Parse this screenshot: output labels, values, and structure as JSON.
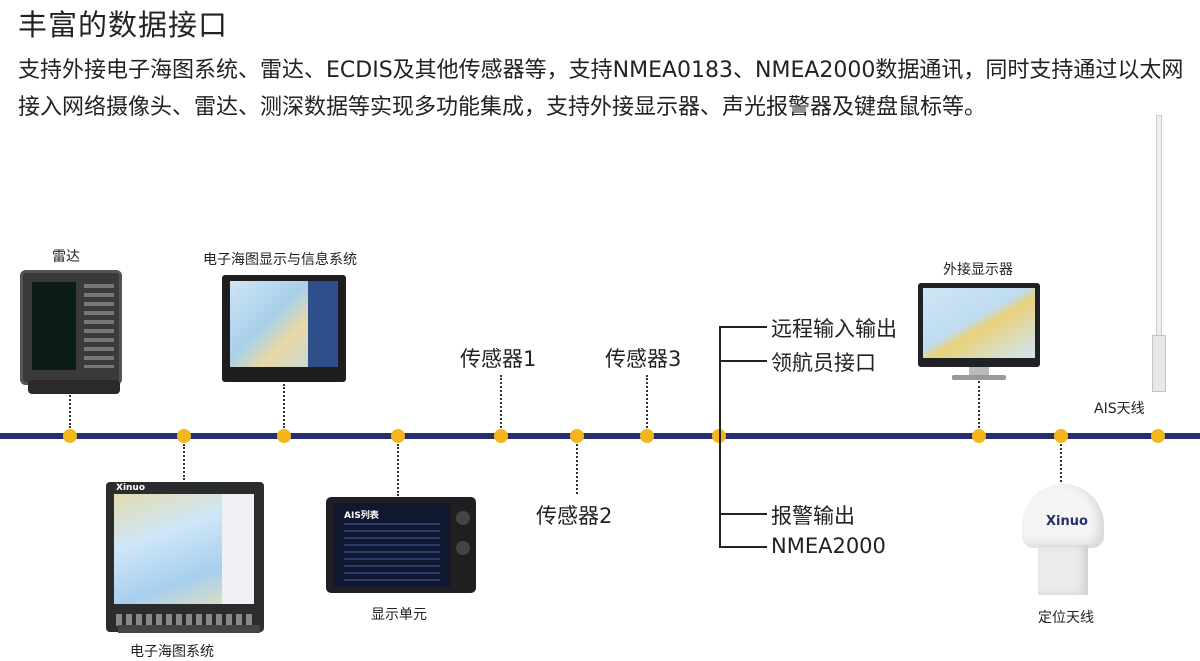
{
  "title": "丰富的数据接口",
  "description": "支持外接电子海图系统、雷达、ECDIS及其他传感器等，支持NMEA0183、NMEA2000数据通讯，同时支持通过以太网接入网络摄像头、雷达、测深数据等实现多功能集成，支持外接显示器、声光报警器及键盘鼠标等。",
  "diagram": {
    "devices": {
      "radar": "雷达",
      "ecdis_display": "电子海图显示与信息系统",
      "ecdis_system": "电子海图系统",
      "display_unit": "显示单元",
      "external_monitor": "外接显示器",
      "ais_antenna": "AIS天线",
      "gps_antenna": "定位天线"
    },
    "sensors": {
      "sensor1": "传感器1",
      "sensor2": "传感器2",
      "sensor3": "传感器3"
    },
    "ports_up": [
      "远程输入输出",
      "领航员接口"
    ],
    "ports_down": [
      "报警输出",
      "NMEA2000"
    ],
    "brand_logo": "Xinuo",
    "screen_title": "AIS列表"
  },
  "colors": {
    "bus": "#27306f",
    "node": "#f3b71b"
  }
}
